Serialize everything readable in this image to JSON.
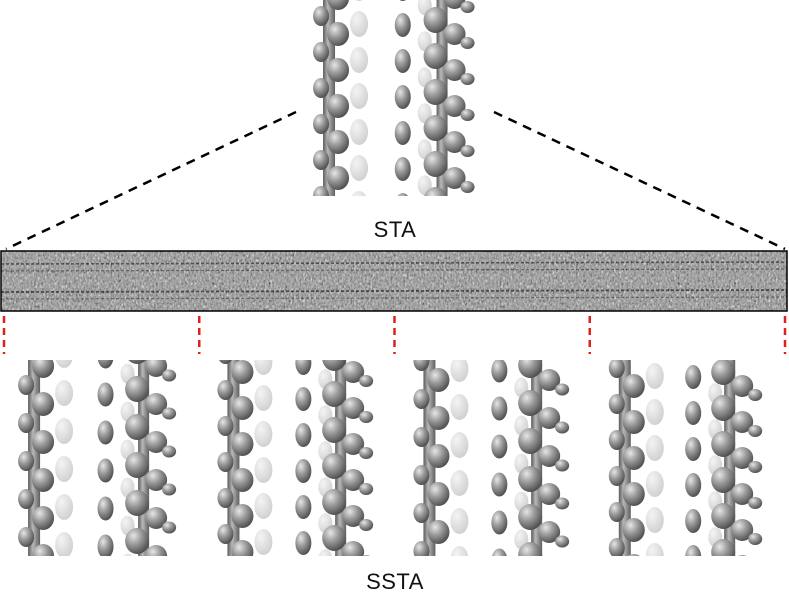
{
  "figure": {
    "top_label": "STA",
    "bottom_label": "SSTA"
  },
  "colors": {
    "background": "#ffffff",
    "density_dark": "#6e6e6e",
    "density_mid": "#a4a4a4",
    "density_light": "#dcdcdc",
    "connector_lines": "#000000",
    "segment_markers": "#e0201a",
    "tomogram_border": "#000000"
  },
  "panels": {
    "top_panel": {
      "name": "sta-average"
    },
    "bottom_panels": [
      {
        "name": "ssta-average-1"
      },
      {
        "name": "ssta-average-2"
      },
      {
        "name": "ssta-average-3"
      },
      {
        "name": "ssta-average-4"
      }
    ]
  },
  "tomogram": {
    "name": "filament-tomogram-strip"
  },
  "segment_markers": 5
}
